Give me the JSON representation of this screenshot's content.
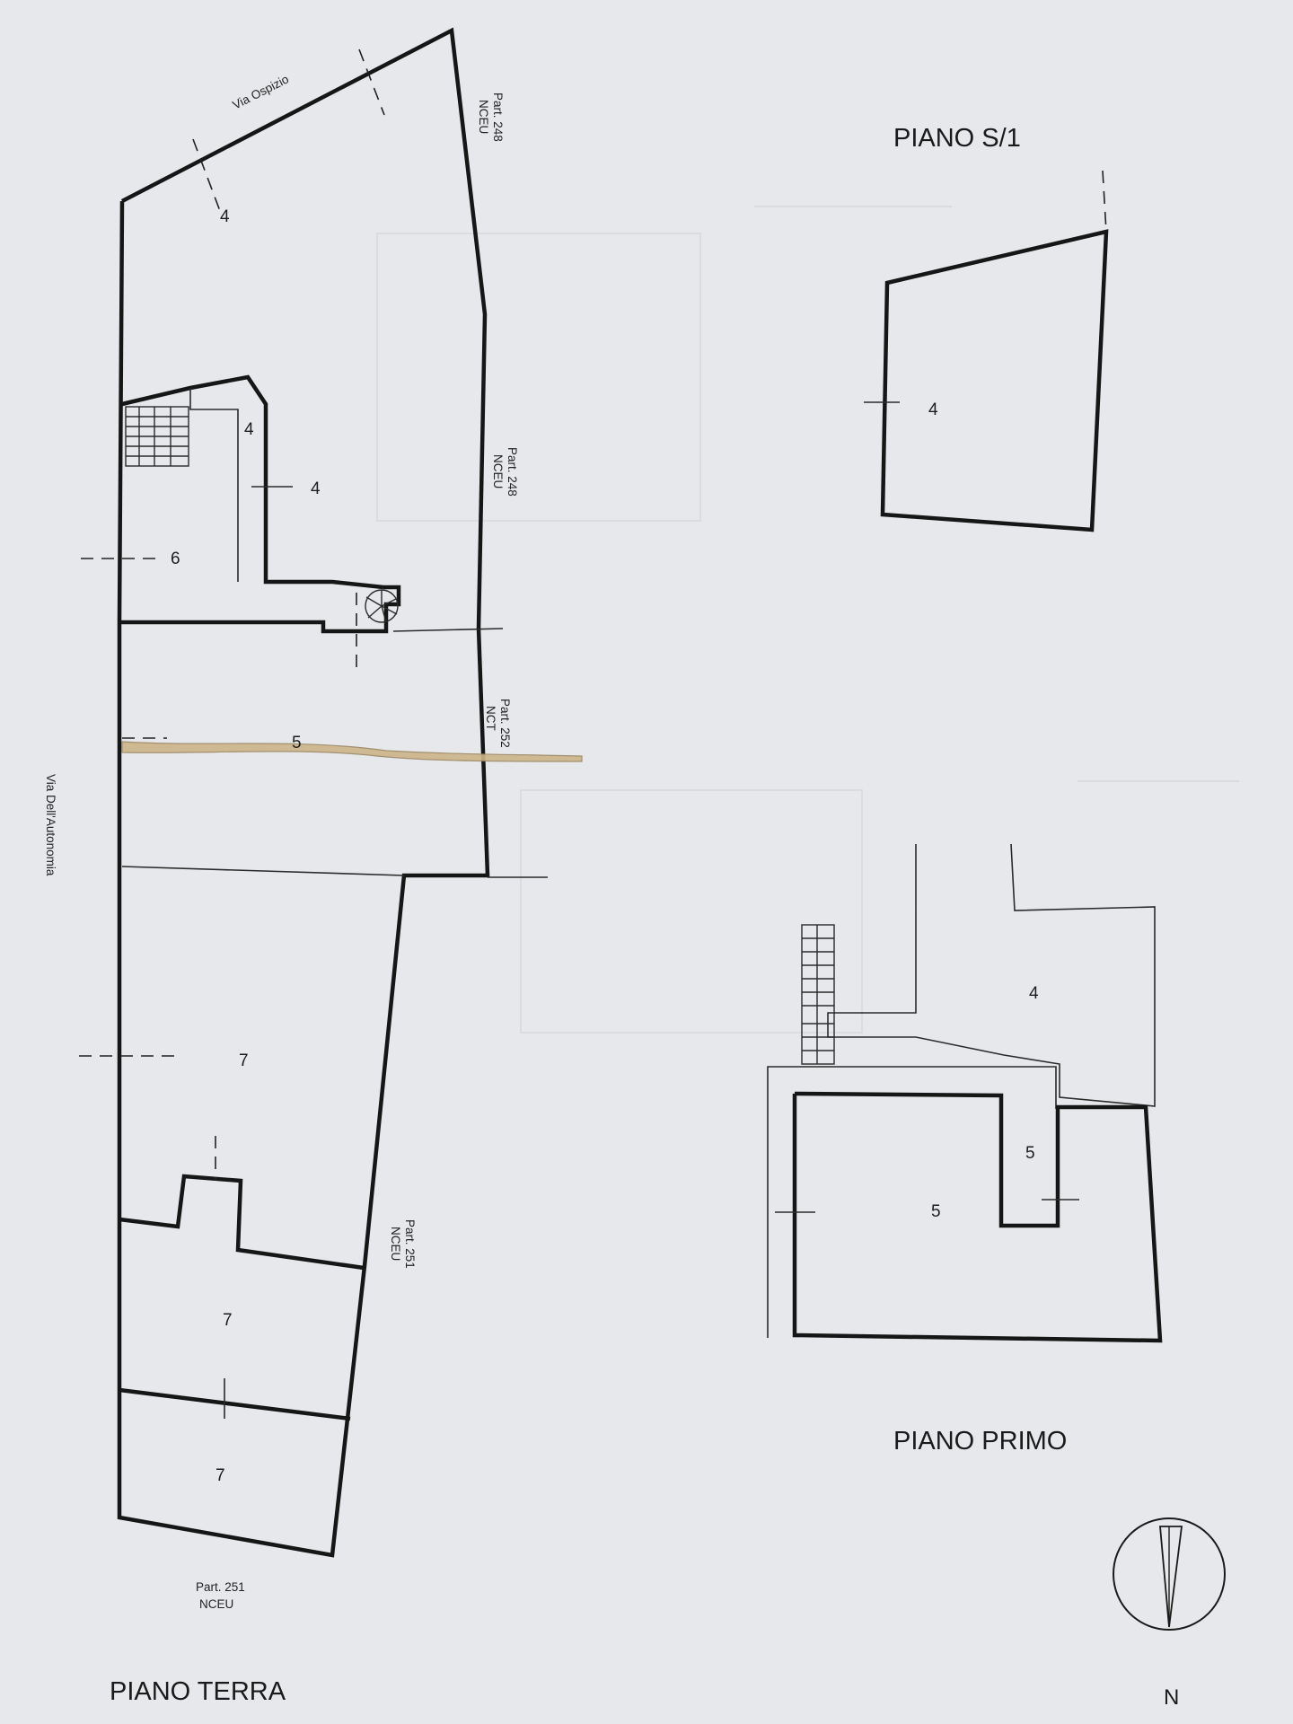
{
  "titles": {
    "piano_s1": "PIANO S/1",
    "piano_primo": "PIANO PRIMO",
    "piano_terra": "PIANO TERRA"
  },
  "streets": {
    "via_ospizio": "Via Ospizio",
    "via_autonomia": "Via Dell'Autonomia"
  },
  "parcels": {
    "p248_top": {
      "part": "Part. 248",
      "reg": "NCEU"
    },
    "p248_mid": {
      "part": "Part. 248",
      "reg": "NCEU"
    },
    "p252": {
      "part": "Part. 252",
      "reg": "NCT"
    },
    "p251_side": {
      "part": "Part. 251",
      "reg": "NCEU"
    },
    "p251_bottom": {
      "part": "Part. 251",
      "reg": "NCEU"
    }
  },
  "room_labels": {
    "terra_top": "4",
    "terra_stair_room": "4",
    "terra_corridor": "4",
    "terra_6": "6",
    "terra_5": "5",
    "terra_7_upper": "7",
    "terra_7_mid": "7",
    "terra_7_low": "7",
    "s1_room": "4",
    "primo_4": "4",
    "primo_5_small": "5",
    "primo_5_large": "5"
  },
  "compass": {
    "north": "N"
  },
  "colors": {
    "paper": "#e6e8eb",
    "ink": "#161616",
    "ghost": "#c9ccd1"
  }
}
